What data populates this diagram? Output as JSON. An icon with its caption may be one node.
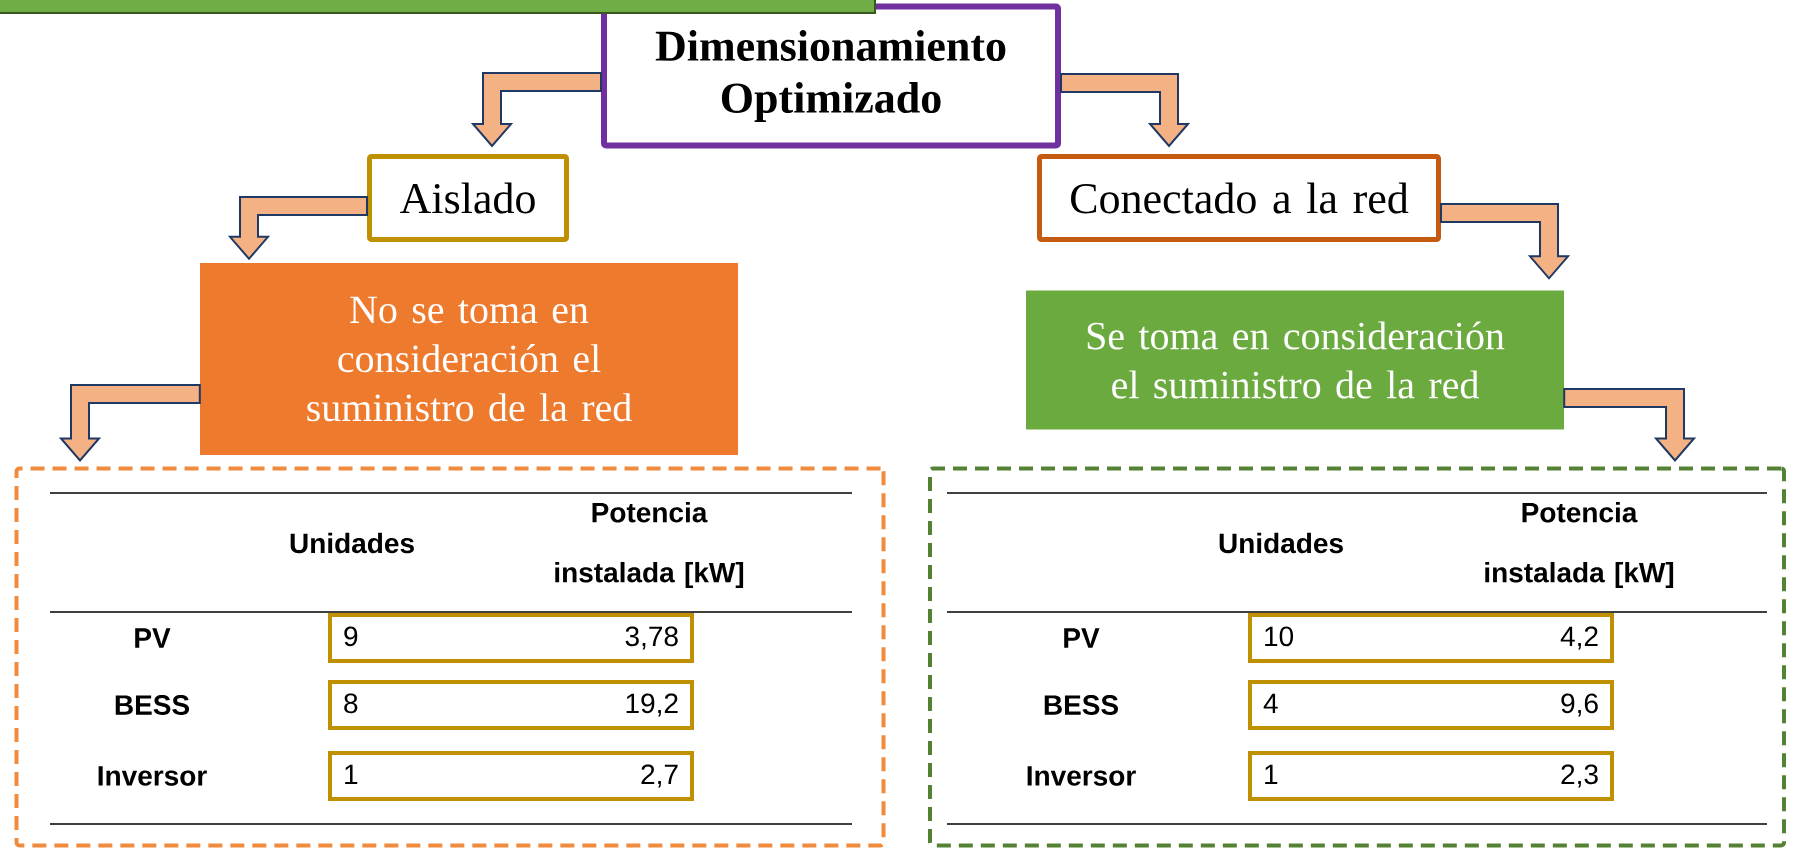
{
  "diagram": {
    "nodes": [
      {
        "text": [
          "Dimensionamiento Optimizado"
        ]
      },
      {
        "text": [
          "Aislado"
        ]
      },
      {
        "text": [
          "Conectado a la red"
        ]
      },
      {
        "text": [
          "No se toma en consideración el suministro de la red"
        ]
      },
      {
        "text": [
          "Se toma en consideración el suministro de la red"
        ]
      },
      {
        "text": [],
        "shape": "box"
      },
      {
        "text": [],
        "shape": "box"
      },
      {
        "text": [
          "9",
          "3,78"
        ],
        "in": 5
      },
      {
        "text": [
          "8",
          "19,2"
        ],
        "in": 5
      },
      {
        "text": [
          "1",
          "2,7"
        ],
        "in": 5
      },
      {
        "text": [
          "10",
          "4,2"
        ],
        "in": 6
      },
      {
        "text": [
          "4",
          "9,6"
        ],
        "in": 6
      },
      {
        "text": [
          "1",
          "2,3"
        ],
        "in": 6
      },
      {
        "text": [],
        "shape": "bar"
      }
    ],
    "edges": [
      {
        "from": 0,
        "to": 1,
        "arrow": "to"
      },
      {
        "from": 0,
        "to": 2,
        "arrow": "to"
      },
      {
        "from": 1,
        "to": 3,
        "arrow": "to"
      },
      {
        "from": 2,
        "to": 4,
        "arrow": "to"
      },
      {
        "from": 3,
        "to": 5,
        "arrow": "to"
      },
      {
        "from": 4,
        "to": 6,
        "arrow": "to"
      }
    ],
    "labels": [
      "Unidades",
      "Potencia instalada [kW]",
      "PV",
      "BESS",
      "Inversor",
      "Unidades",
      "Potencia instalada [kW]",
      "PV",
      "BESS",
      "Inversor"
    ]
  }
}
